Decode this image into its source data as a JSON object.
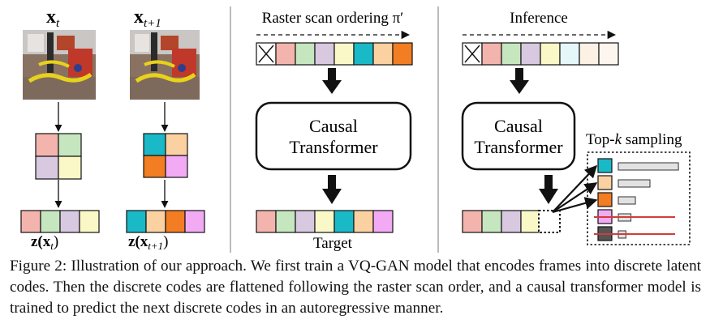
{
  "frames": {
    "label_t": "x",
    "label_t_sub": "t",
    "label_t1": "x",
    "label_t1_sub": "t+1",
    "code_label_t": "z(x",
    "code_label_t_sub": "t",
    "code_label_t_close": ")",
    "code_label_t1": "z(x",
    "code_label_t1_sub": "t+1",
    "code_label_t1_close": ")",
    "grid_t": [
      "#f4b4ae",
      "#c6e6bf",
      "#d8c8e0",
      "#fbf8c8"
    ],
    "grid_t1": [
      "#1ab9c7",
      "#fbd1a2",
      "#f37d22",
      "#f3aaf5"
    ]
  },
  "middle": {
    "title": "Raster scan ordering π′",
    "block_label_line1": "Causal",
    "block_label_line2": "Transformer",
    "target_label": "Target",
    "input_colors": [
      "#f4b4ae",
      "#c6e6bf",
      "#d8c8e0",
      "#fbf8c8",
      "#1ab9c7",
      "#fbd1a2",
      "#f37d22"
    ],
    "target_colors": [
      "#f4b4ae",
      "#c6e6bf",
      "#d8c8e0",
      "#fbf8c8",
      "#1ab9c7",
      "#fbd1a2",
      "#f3aaf5"
    ]
  },
  "right": {
    "title": "Inference",
    "block_label_line1": "Causal",
    "block_label_line2": "Transformer",
    "sampling_label": "Top-k sampling",
    "input_colors": [
      "#f4b4ae",
      "#c6e6bf",
      "#d8c8e0",
      "#fbf8c8",
      "#e6f7f9",
      "#fdf1e6",
      "#fdf6ee"
    ],
    "output_colors": [
      "#f4b4ae",
      "#c6e6bf",
      "#d8c8e0",
      "#fbf8c8"
    ],
    "candidates": [
      {
        "color": "#1ab9c7",
        "prob": 0.95,
        "removed": false
      },
      {
        "color": "#fbd1a2",
        "prob": 0.5,
        "removed": false
      },
      {
        "color": "#f37d22",
        "prob": 0.27,
        "removed": false
      },
      {
        "color": "#f3aaf5",
        "prob": 0.2,
        "removed": true
      },
      {
        "color": "#555555",
        "prob": 0.12,
        "removed": true
      }
    ],
    "cut_color": "#d23c3c"
  },
  "caption": "Figure 2: Illustration of our approach. We first train a VQ-GAN model that encodes frames into discrete latent codes. Then the discrete codes are flattened following the raster scan order, and a causal transformer model is trained to predict the next discrete codes in an autoregressive manner."
}
